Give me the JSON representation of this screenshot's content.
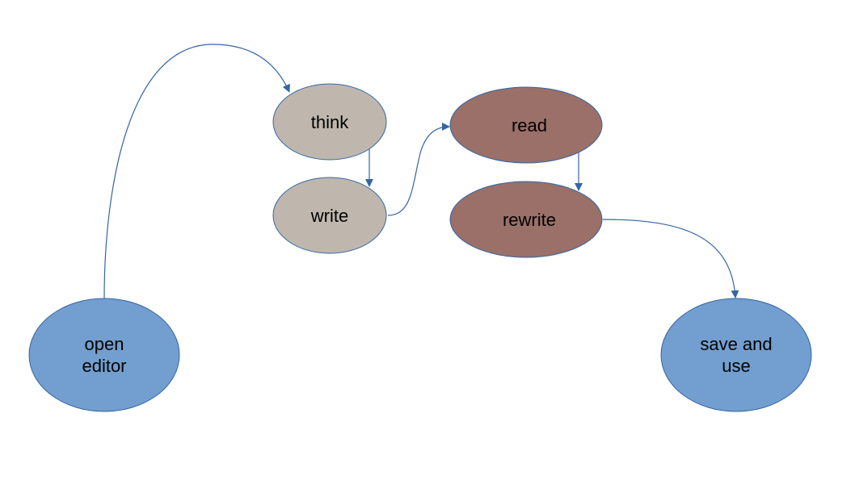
{
  "colors": {
    "edge": "#3465a4",
    "blue_node": "#729fcf",
    "gray_node": "#bfb7ad",
    "brown_node": "#9a7068"
  },
  "nodes": {
    "open_editor": {
      "line1": "open",
      "line2": "editor",
      "fill": "#729fcf"
    },
    "think": {
      "label": "think",
      "fill": "#bfb7ad"
    },
    "write": {
      "label": "write",
      "fill": "#bfb7ad"
    },
    "read": {
      "label": "read",
      "fill": "#9a7068"
    },
    "rewrite": {
      "label": "rewrite",
      "fill": "#9a7068"
    },
    "save_and_use": {
      "line1": "save and",
      "line2": "use",
      "fill": "#729fcf"
    }
  },
  "edges": [
    {
      "from": "open_editor",
      "to": "think"
    },
    {
      "from": "think",
      "to": "write"
    },
    {
      "from": "write",
      "to": "read"
    },
    {
      "from": "read",
      "to": "rewrite"
    },
    {
      "from": "rewrite",
      "to": "save_and_use"
    }
  ]
}
